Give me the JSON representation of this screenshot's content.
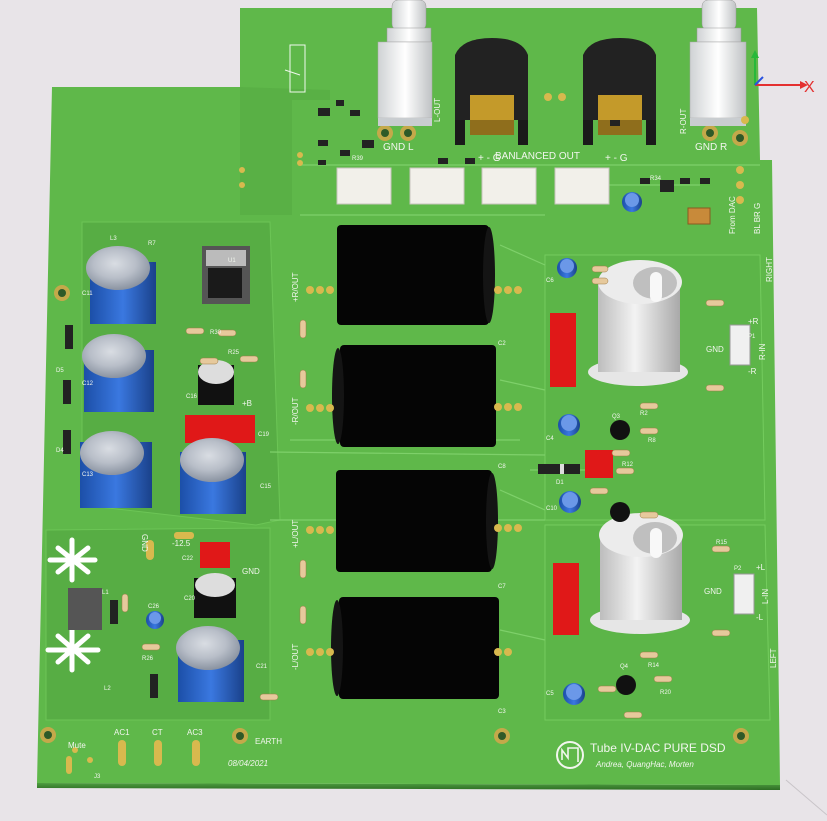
{
  "board": {
    "title": "Tube IV-DAC   PURE DSD",
    "authors": "Andrea, QuangHac, Morten",
    "date": "08/04/2021",
    "colors": {
      "pcb": "#5fb84a",
      "pcb_dark": "#3f9a34",
      "silkscreen": "#f2f6ee",
      "capacitor_blue": "#2a62c9",
      "tube_glass": "#d8d8d8",
      "black_cap": "#050505",
      "red_cap": "#e01818"
    }
  },
  "labels": {
    "gnd_l": "GND L",
    "gnd_r": "GND R",
    "l_out": "L-OUT",
    "r_out": "R-OUT",
    "balanced_out": "BANLANCED OUT",
    "plus_minus_g_left": "+ - G",
    "plus_minus_g_right": "+ - G",
    "right": "RIGHT",
    "left": "LEFT",
    "r_in": "R-IN",
    "l_in": "L-IN",
    "plus_r": "+R",
    "minus_r": "-R",
    "plus_l": "+L",
    "minus_l": "-L",
    "gnd": "GND",
    "gnd2": "GND",
    "gnd3": "GND",
    "gnd_left_vertical": "GND",
    "plus_b": "+B",
    "minus_12_5": "-12.5",
    "mute": "Mute",
    "ac1": "AC1",
    "ct": "CT",
    "ac3": "AC3",
    "earth": "EARTH",
    "from_dac": "From DAC",
    "dac_pins": "BL BR G",
    "plus_r_out": "+R/OUT",
    "minus_r_out": "-R/OUT",
    "plus_l_out": "+L/OUT",
    "minus_l_out": "-L/OUT"
  },
  "designators": {
    "c2": "C2",
    "c3": "C3",
    "c4": "C4",
    "c5": "C5",
    "c6": "C6",
    "c7": "C7",
    "c8": "C8",
    "c10": "C10",
    "c11": "C11",
    "c12": "C12",
    "c13": "C13",
    "c15": "C15",
    "c16": "C16",
    "c19": "C19",
    "c20": "C20",
    "c21": "C21",
    "c22": "C22",
    "c26": "C26",
    "r2": "R2",
    "r8": "R8",
    "r12": "R12",
    "r14": "R14",
    "r15": "R15",
    "r20": "R20",
    "r25": "R25",
    "r26": "R26",
    "r34": "R34",
    "r39": "R39",
    "d1": "D1",
    "d4": "D4",
    "d5": "D5",
    "p1": "P1",
    "p2": "P2",
    "l1": "L1",
    "l2": "L2",
    "l3": "L3",
    "u1": "U1",
    "j3": "J3",
    "q3": "Q3",
    "q4": "Q4",
    "r30": "R30",
    "r7": "R7"
  }
}
